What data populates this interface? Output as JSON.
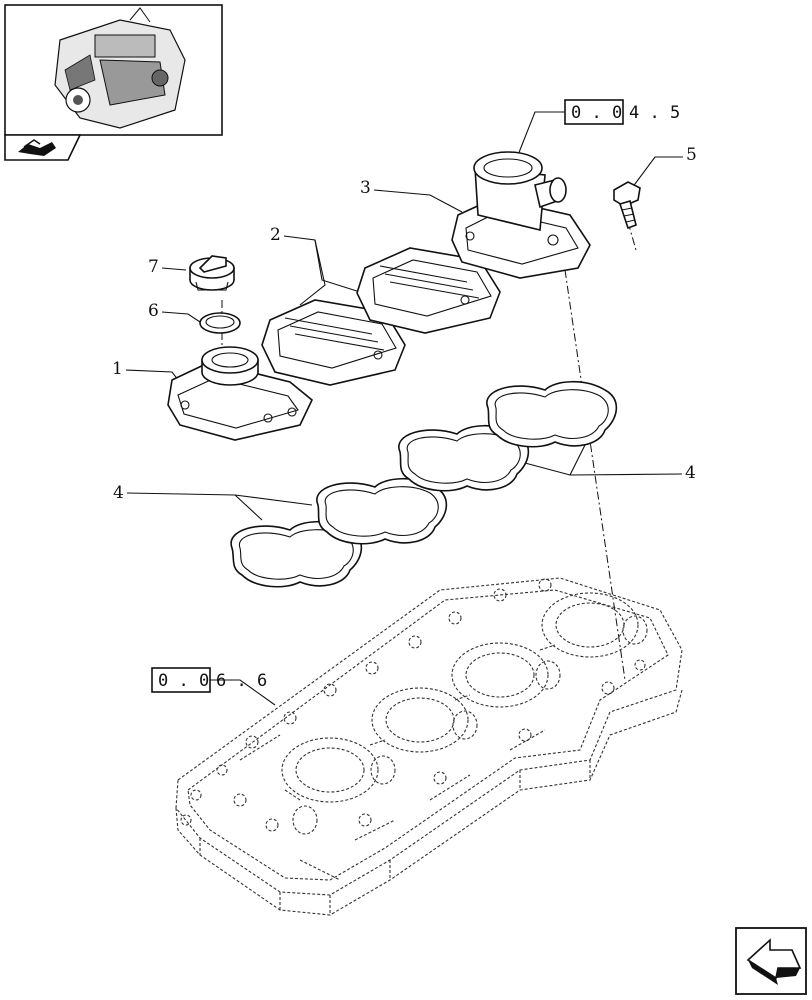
{
  "thumbnail": {
    "icon": "engine-thumbnail-icon",
    "nav_icon": "previous-group-icon"
  },
  "nav": {
    "icon": "next-page-arrow-icon"
  },
  "references": {
    "top": {
      "boxed": "0 . 0",
      "suffix": "4 . 5"
    },
    "bottom": {
      "boxed": "0 . 0",
      "suffix": "6 . 6"
    }
  },
  "callouts": {
    "c1": "1",
    "c2": "2",
    "c3": "3",
    "c4_left": "4",
    "c4_right": "4",
    "c5": "5",
    "c6": "6",
    "c7": "7"
  }
}
